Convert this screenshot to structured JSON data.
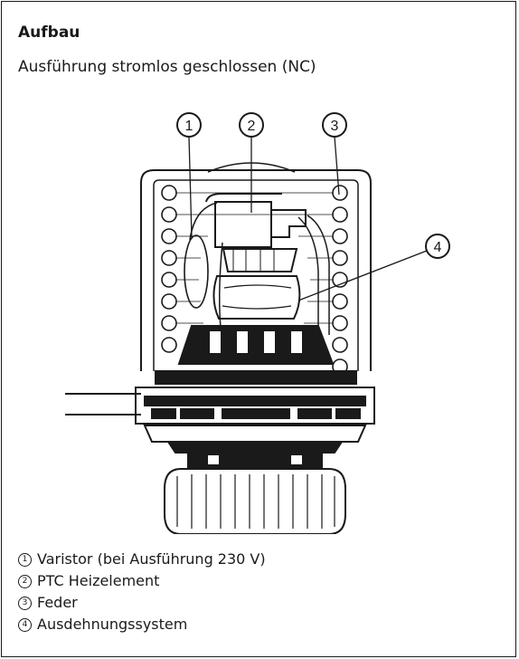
{
  "title": "Aufbau",
  "subtitle": "Ausführung stromlos geschlossen (NC)",
  "callouts": [
    "1",
    "2",
    "3",
    "4"
  ],
  "legend": [
    {
      "num": "1",
      "text": "Varistor (bei Ausführung 230 V)"
    },
    {
      "num": "2",
      "text": "PTC Heizelement"
    },
    {
      "num": "3",
      "text": "Feder"
    },
    {
      "num": "4",
      "text": "Ausdehnungssystem"
    }
  ],
  "colors": {
    "ink": "#1a1a1a",
    "background": "#ffffff"
  }
}
